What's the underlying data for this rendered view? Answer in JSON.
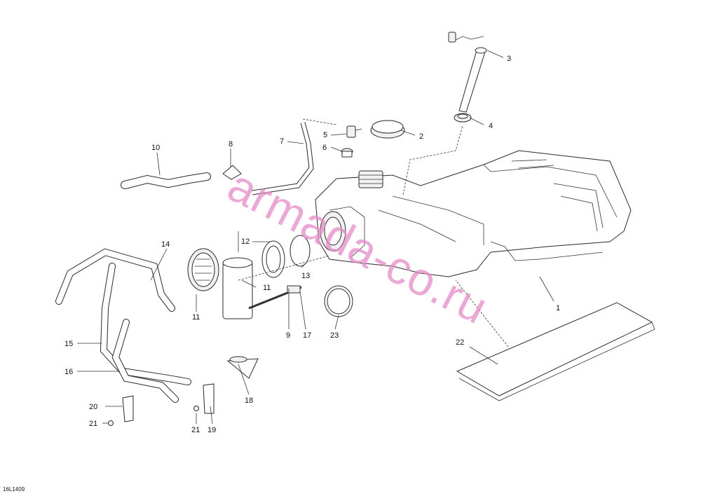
{
  "callouts": [
    {
      "id": "1",
      "label": "1"
    },
    {
      "id": "2",
      "label": "2"
    },
    {
      "id": "3",
      "label": "3"
    },
    {
      "id": "4",
      "label": "4"
    },
    {
      "id": "5",
      "label": "5"
    },
    {
      "id": "6",
      "label": "6"
    },
    {
      "id": "7",
      "label": "7"
    },
    {
      "id": "8",
      "label": "8"
    },
    {
      "id": "9",
      "label": "9"
    },
    {
      "id": "10",
      "label": "10"
    },
    {
      "id": "11a",
      "label": "11"
    },
    {
      "id": "11b",
      "label": "11"
    },
    {
      "id": "12",
      "label": "12"
    },
    {
      "id": "13",
      "label": "13"
    },
    {
      "id": "14",
      "label": "14"
    },
    {
      "id": "15",
      "label": "15"
    },
    {
      "id": "16",
      "label": "16"
    },
    {
      "id": "17",
      "label": "17"
    },
    {
      "id": "18",
      "label": "18"
    },
    {
      "id": "19",
      "label": "19"
    },
    {
      "id": "20",
      "label": "20"
    },
    {
      "id": "21a",
      "label": "21"
    },
    {
      "id": "21b",
      "label": "21"
    },
    {
      "id": "22",
      "label": "22"
    },
    {
      "id": "23",
      "label": "23"
    }
  ],
  "reference_code": "16L1409",
  "watermark": "armada-co.ru"
}
